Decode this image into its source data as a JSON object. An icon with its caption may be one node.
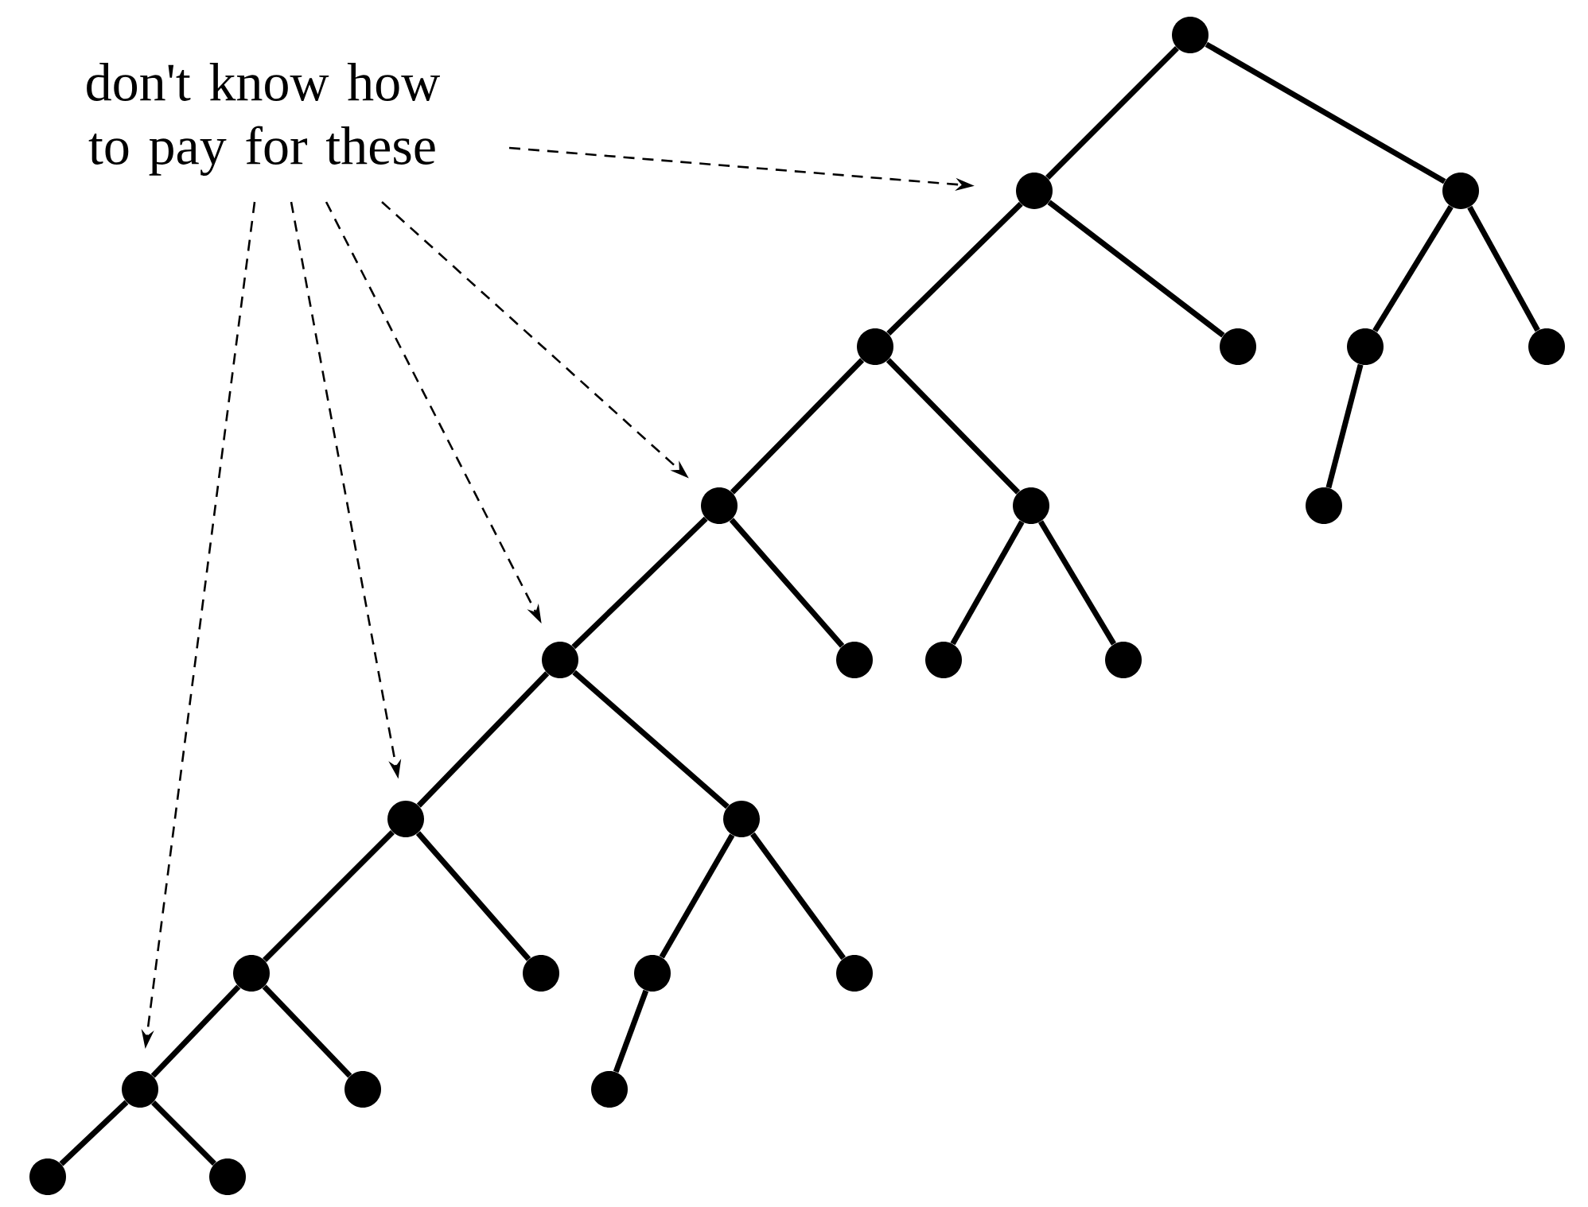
{
  "diagram": {
    "nodes": [
      {
        "text": [
          "don't know how to pay for these"
        ]
      },
      {
        "text": [],
        "shape": "circle"
      },
      {
        "text": [],
        "shape": "circle"
      },
      {
        "text": [],
        "shape": "circle"
      },
      {
        "text": [],
        "shape": "circle"
      },
      {
        "text": [],
        "shape": "circle"
      },
      {
        "text": [],
        "shape": "circle"
      },
      {
        "text": [],
        "shape": "circle"
      },
      {
        "text": [],
        "shape": "circle"
      },
      {
        "text": [],
        "shape": "circle"
      },
      {
        "text": [],
        "shape": "circle"
      },
      {
        "text": [],
        "shape": "circle"
      },
      {
        "text": [],
        "shape": "circle"
      },
      {
        "text": [],
        "shape": "circle"
      },
      {
        "text": [],
        "shape": "circle"
      },
      {
        "text": [],
        "shape": "circle"
      },
      {
        "text": [],
        "shape": "circle"
      },
      {
        "text": [],
        "shape": "circle"
      },
      {
        "text": [],
        "shape": "circle"
      },
      {
        "text": [],
        "shape": "circle"
      },
      {
        "text": [],
        "shape": "circle"
      },
      {
        "text": [],
        "shape": "circle"
      },
      {
        "text": [],
        "shape": "circle"
      },
      {
        "text": [],
        "shape": "circle"
      },
      {
        "text": [],
        "shape": "circle"
      },
      {
        "text": [],
        "shape": "circle"
      }
    ],
    "edges": [
      {
        "from": 1,
        "to": 2,
        "arrow": "none"
      },
      {
        "from": 1,
        "to": 3,
        "arrow": "none"
      },
      {
        "from": 2,
        "to": 4,
        "arrow": "none"
      },
      {
        "from": 2,
        "to": 5,
        "arrow": "none"
      },
      {
        "from": 3,
        "to": 6,
        "arrow": "none"
      },
      {
        "from": 3,
        "to": 7,
        "arrow": "none"
      },
      {
        "from": 4,
        "to": 8,
        "arrow": "none"
      },
      {
        "from": 4,
        "to": 9,
        "arrow": "none"
      },
      {
        "from": 6,
        "to": 10,
        "arrow": "none"
      },
      {
        "from": 8,
        "to": 11,
        "arrow": "none"
      },
      {
        "from": 8,
        "to": 12,
        "arrow": "none"
      },
      {
        "from": 9,
        "to": 13,
        "arrow": "none"
      },
      {
        "from": 9,
        "to": 14,
        "arrow": "none"
      },
      {
        "from": 11,
        "to": 15,
        "arrow": "none"
      },
      {
        "from": 11,
        "to": 16,
        "arrow": "none"
      },
      {
        "from": 15,
        "to": 17,
        "arrow": "none"
      },
      {
        "from": 15,
        "to": 18,
        "arrow": "none"
      },
      {
        "from": 16,
        "to": 19,
        "arrow": "none"
      },
      {
        "from": 16,
        "to": 20,
        "arrow": "none"
      },
      {
        "from": 17,
        "to": 21,
        "arrow": "none"
      },
      {
        "from": 17,
        "to": 22,
        "arrow": "none"
      },
      {
        "from": 19,
        "to": 23,
        "arrow": "none"
      },
      {
        "from": 21,
        "to": 24,
        "arrow": "none"
      },
      {
        "from": 21,
        "to": 25,
        "arrow": "none"
      },
      {
        "from": 0,
        "to": 2,
        "arrow": "to",
        "style": "dashed"
      },
      {
        "from": 0,
        "to": 8,
        "arrow": "to",
        "style": "dashed"
      },
      {
        "from": 0,
        "to": 11,
        "arrow": "to",
        "style": "dashed"
      },
      {
        "from": 0,
        "to": 15,
        "arrow": "to",
        "style": "dashed"
      },
      {
        "from": 0,
        "to": 21,
        "arrow": "to",
        "style": "dashed"
      }
    ]
  }
}
